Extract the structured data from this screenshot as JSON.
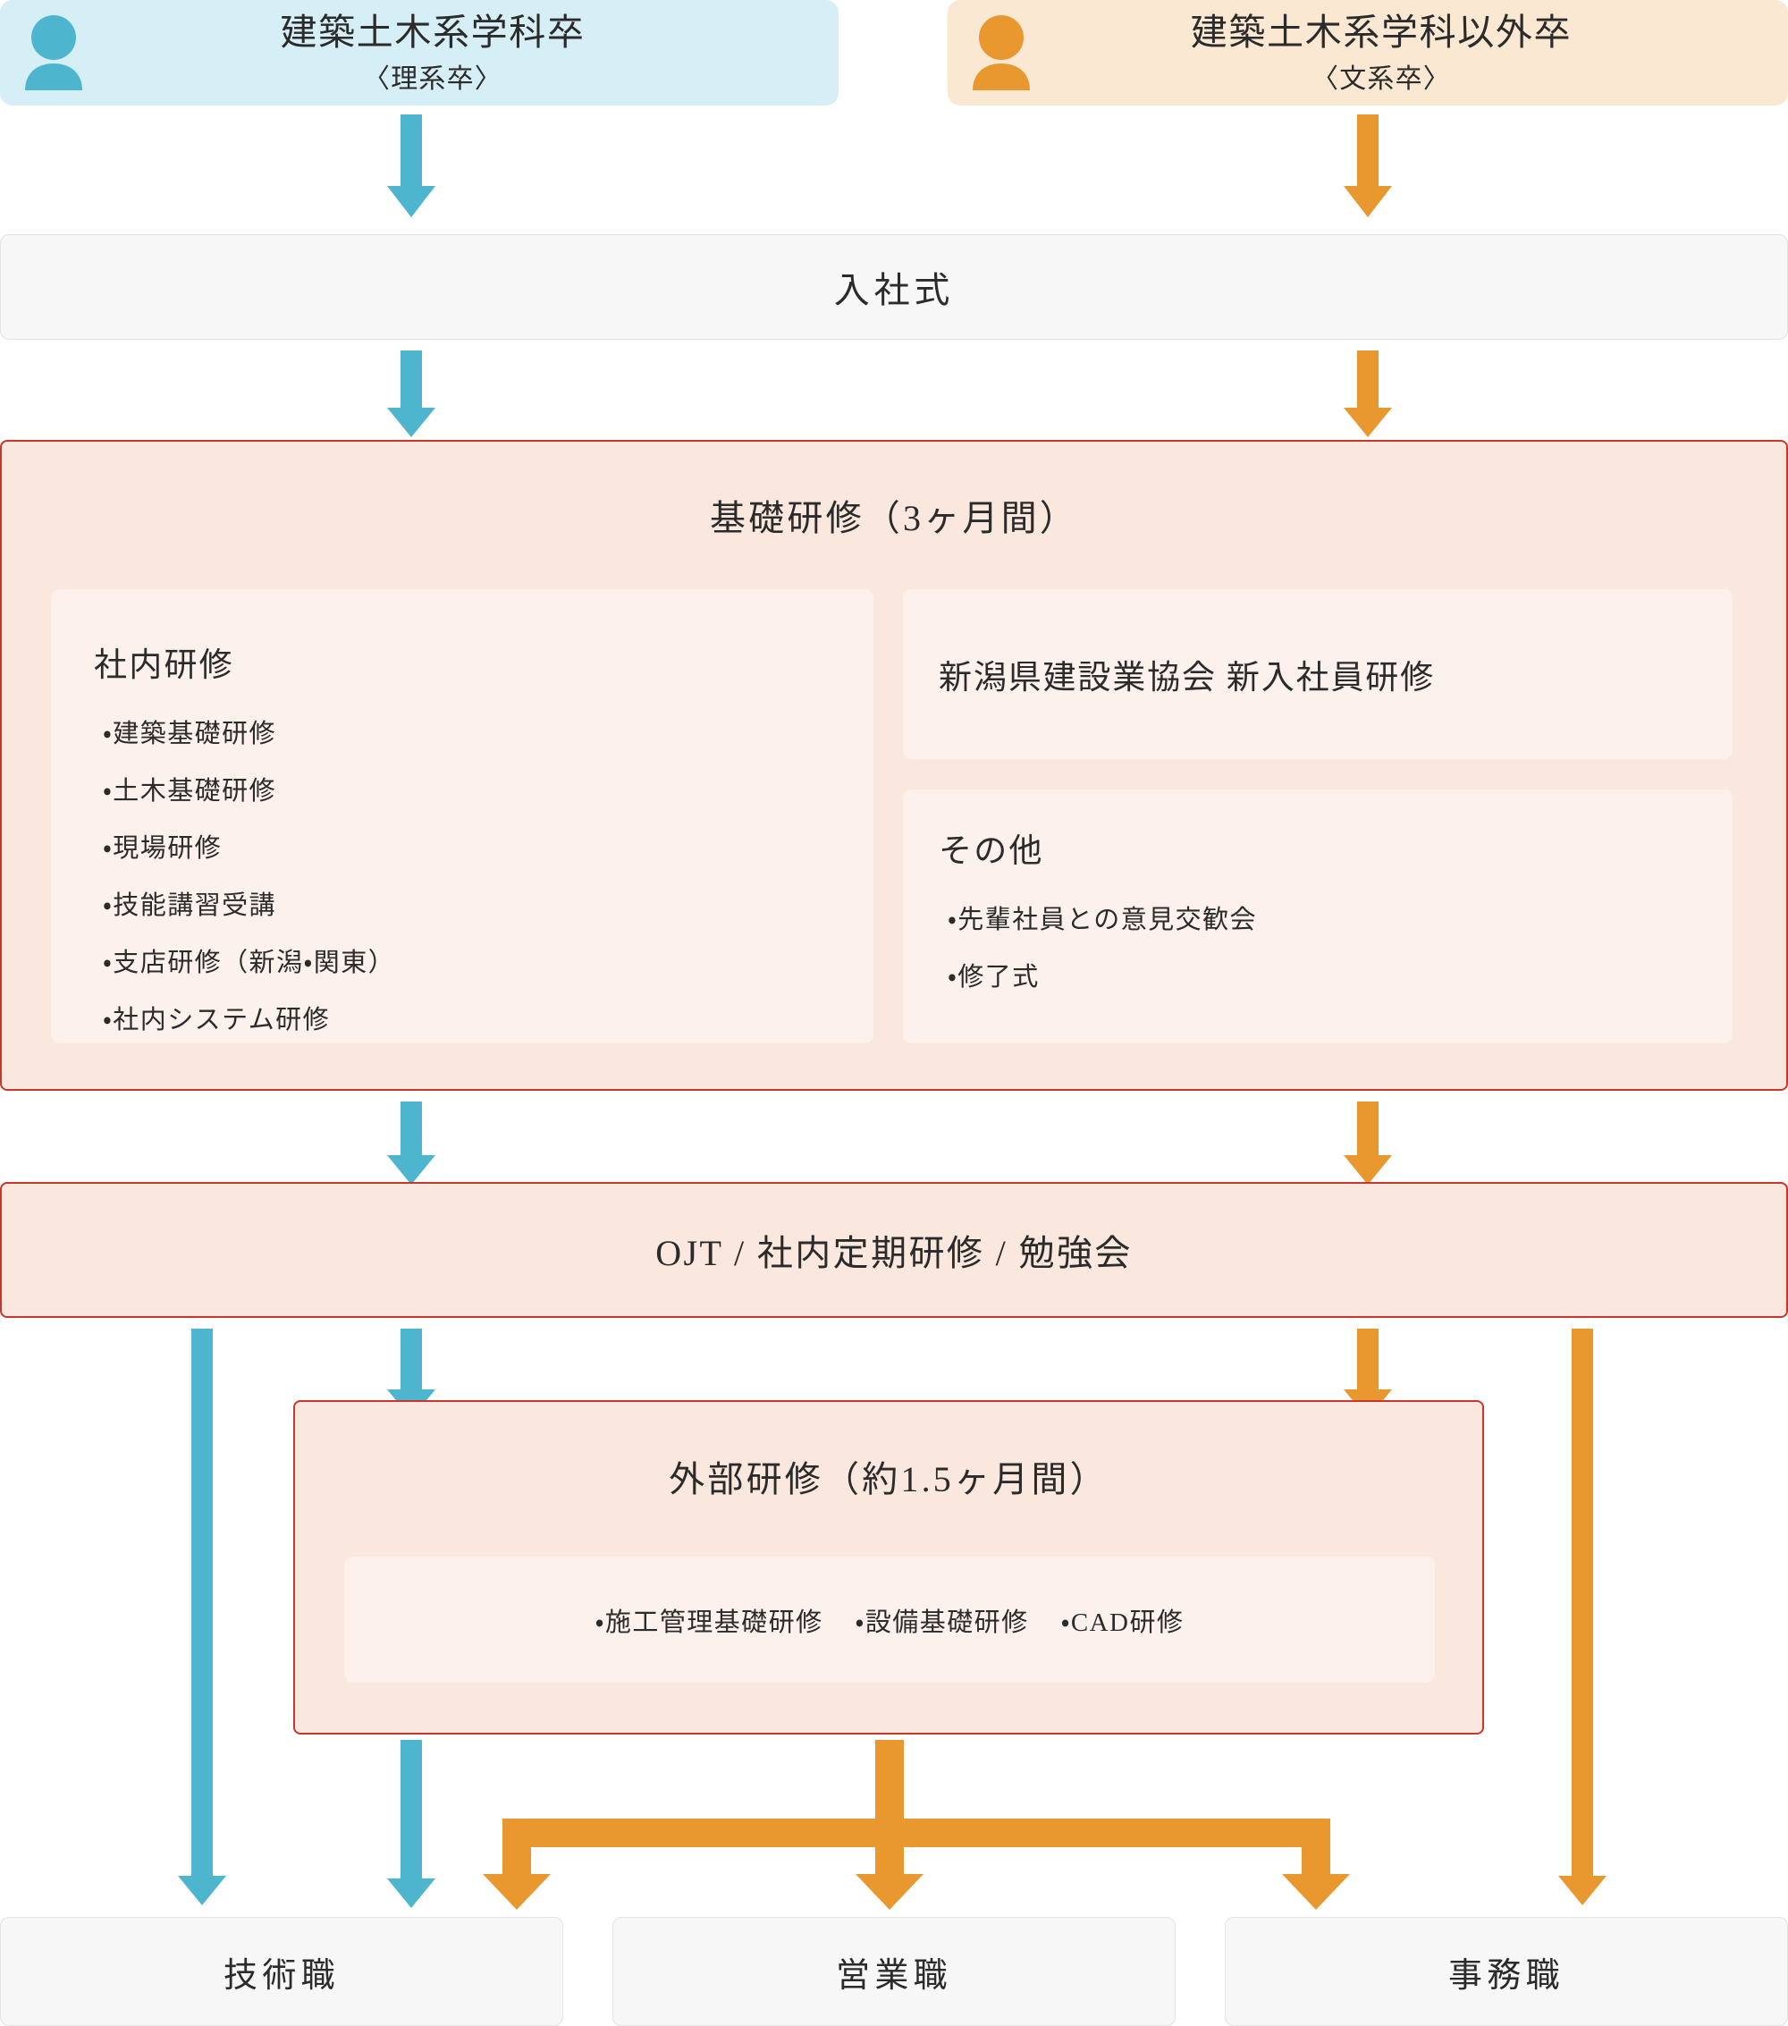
{
  "colors": {
    "blue": "#4db5cd",
    "blue_bg": "#d6eef5",
    "orange": "#e8982f",
    "orange_bg": "#fbe8d2",
    "red_border": "#c8362c",
    "red_bg": "#fae7dd",
    "inner_card": "#fdf1ed",
    "grey_bg": "#f7f7f7",
    "grey_border": "#e3e3e3",
    "text": "#2b2b2b"
  },
  "entry": {
    "science": {
      "icon": "person-icon",
      "title": "建築土木系学科卒",
      "subtitle": "〈理系卒〉"
    },
    "liberal_arts": {
      "icon": "person-icon",
      "title": "建築土木系学科以外卒",
      "subtitle": "〈文系卒〉"
    }
  },
  "ceremony": {
    "label": "入社式"
  },
  "basic_training": {
    "title": "基礎研修（3ヶ月間）",
    "internal": {
      "heading": "社内研修",
      "items": [
        "・建築基礎研修",
        "・土木基礎研修",
        "・現場研修",
        "・技能講習受講",
        "・支店研修（新潟・関東）",
        "・社内システム研修"
      ]
    },
    "association": {
      "heading": "新潟県建設業協会 新入社員研修"
    },
    "other": {
      "heading": "その他",
      "items": [
        "・先輩社員との意見交歓会",
        "・修了式"
      ]
    }
  },
  "ojt": {
    "label": "OJT / 社内定期研修 / 勉強会"
  },
  "external_training": {
    "title": "外部研修（約1.5ヶ月間）",
    "items": [
      "・施工管理基礎研修",
      "・設備基礎研修",
      "・CAD研修"
    ]
  },
  "outcomes": [
    {
      "label": "技術職"
    },
    {
      "label": "営業職"
    },
    {
      "label": "事務職"
    }
  ],
  "arrows": [
    {
      "name": "arrow-science-to-ceremony",
      "color": "#4db5cd"
    },
    {
      "name": "arrow-liberal-to-ceremony",
      "color": "#e8982f"
    },
    {
      "name": "arrow-ceremony-to-basic-left",
      "color": "#4db5cd"
    },
    {
      "name": "arrow-ceremony-to-basic-right",
      "color": "#e8982f"
    },
    {
      "name": "arrow-basic-to-ojt-left",
      "color": "#4db5cd"
    },
    {
      "name": "arrow-basic-to-ojt-right",
      "color": "#e8982f"
    },
    {
      "name": "arrow-ojt-to-technical-direct",
      "color": "#4db5cd"
    },
    {
      "name": "arrow-ojt-to-external",
      "color": "#4db5cd"
    },
    {
      "name": "arrow-ojt-to-external-orange",
      "color": "#e8982f"
    },
    {
      "name": "arrow-external-to-technical",
      "color": "#4db5cd"
    },
    {
      "name": "arrow-external-branch",
      "color": "#e8982f"
    },
    {
      "name": "arrow-ojt-to-clerical",
      "color": "#e8982f"
    }
  ]
}
